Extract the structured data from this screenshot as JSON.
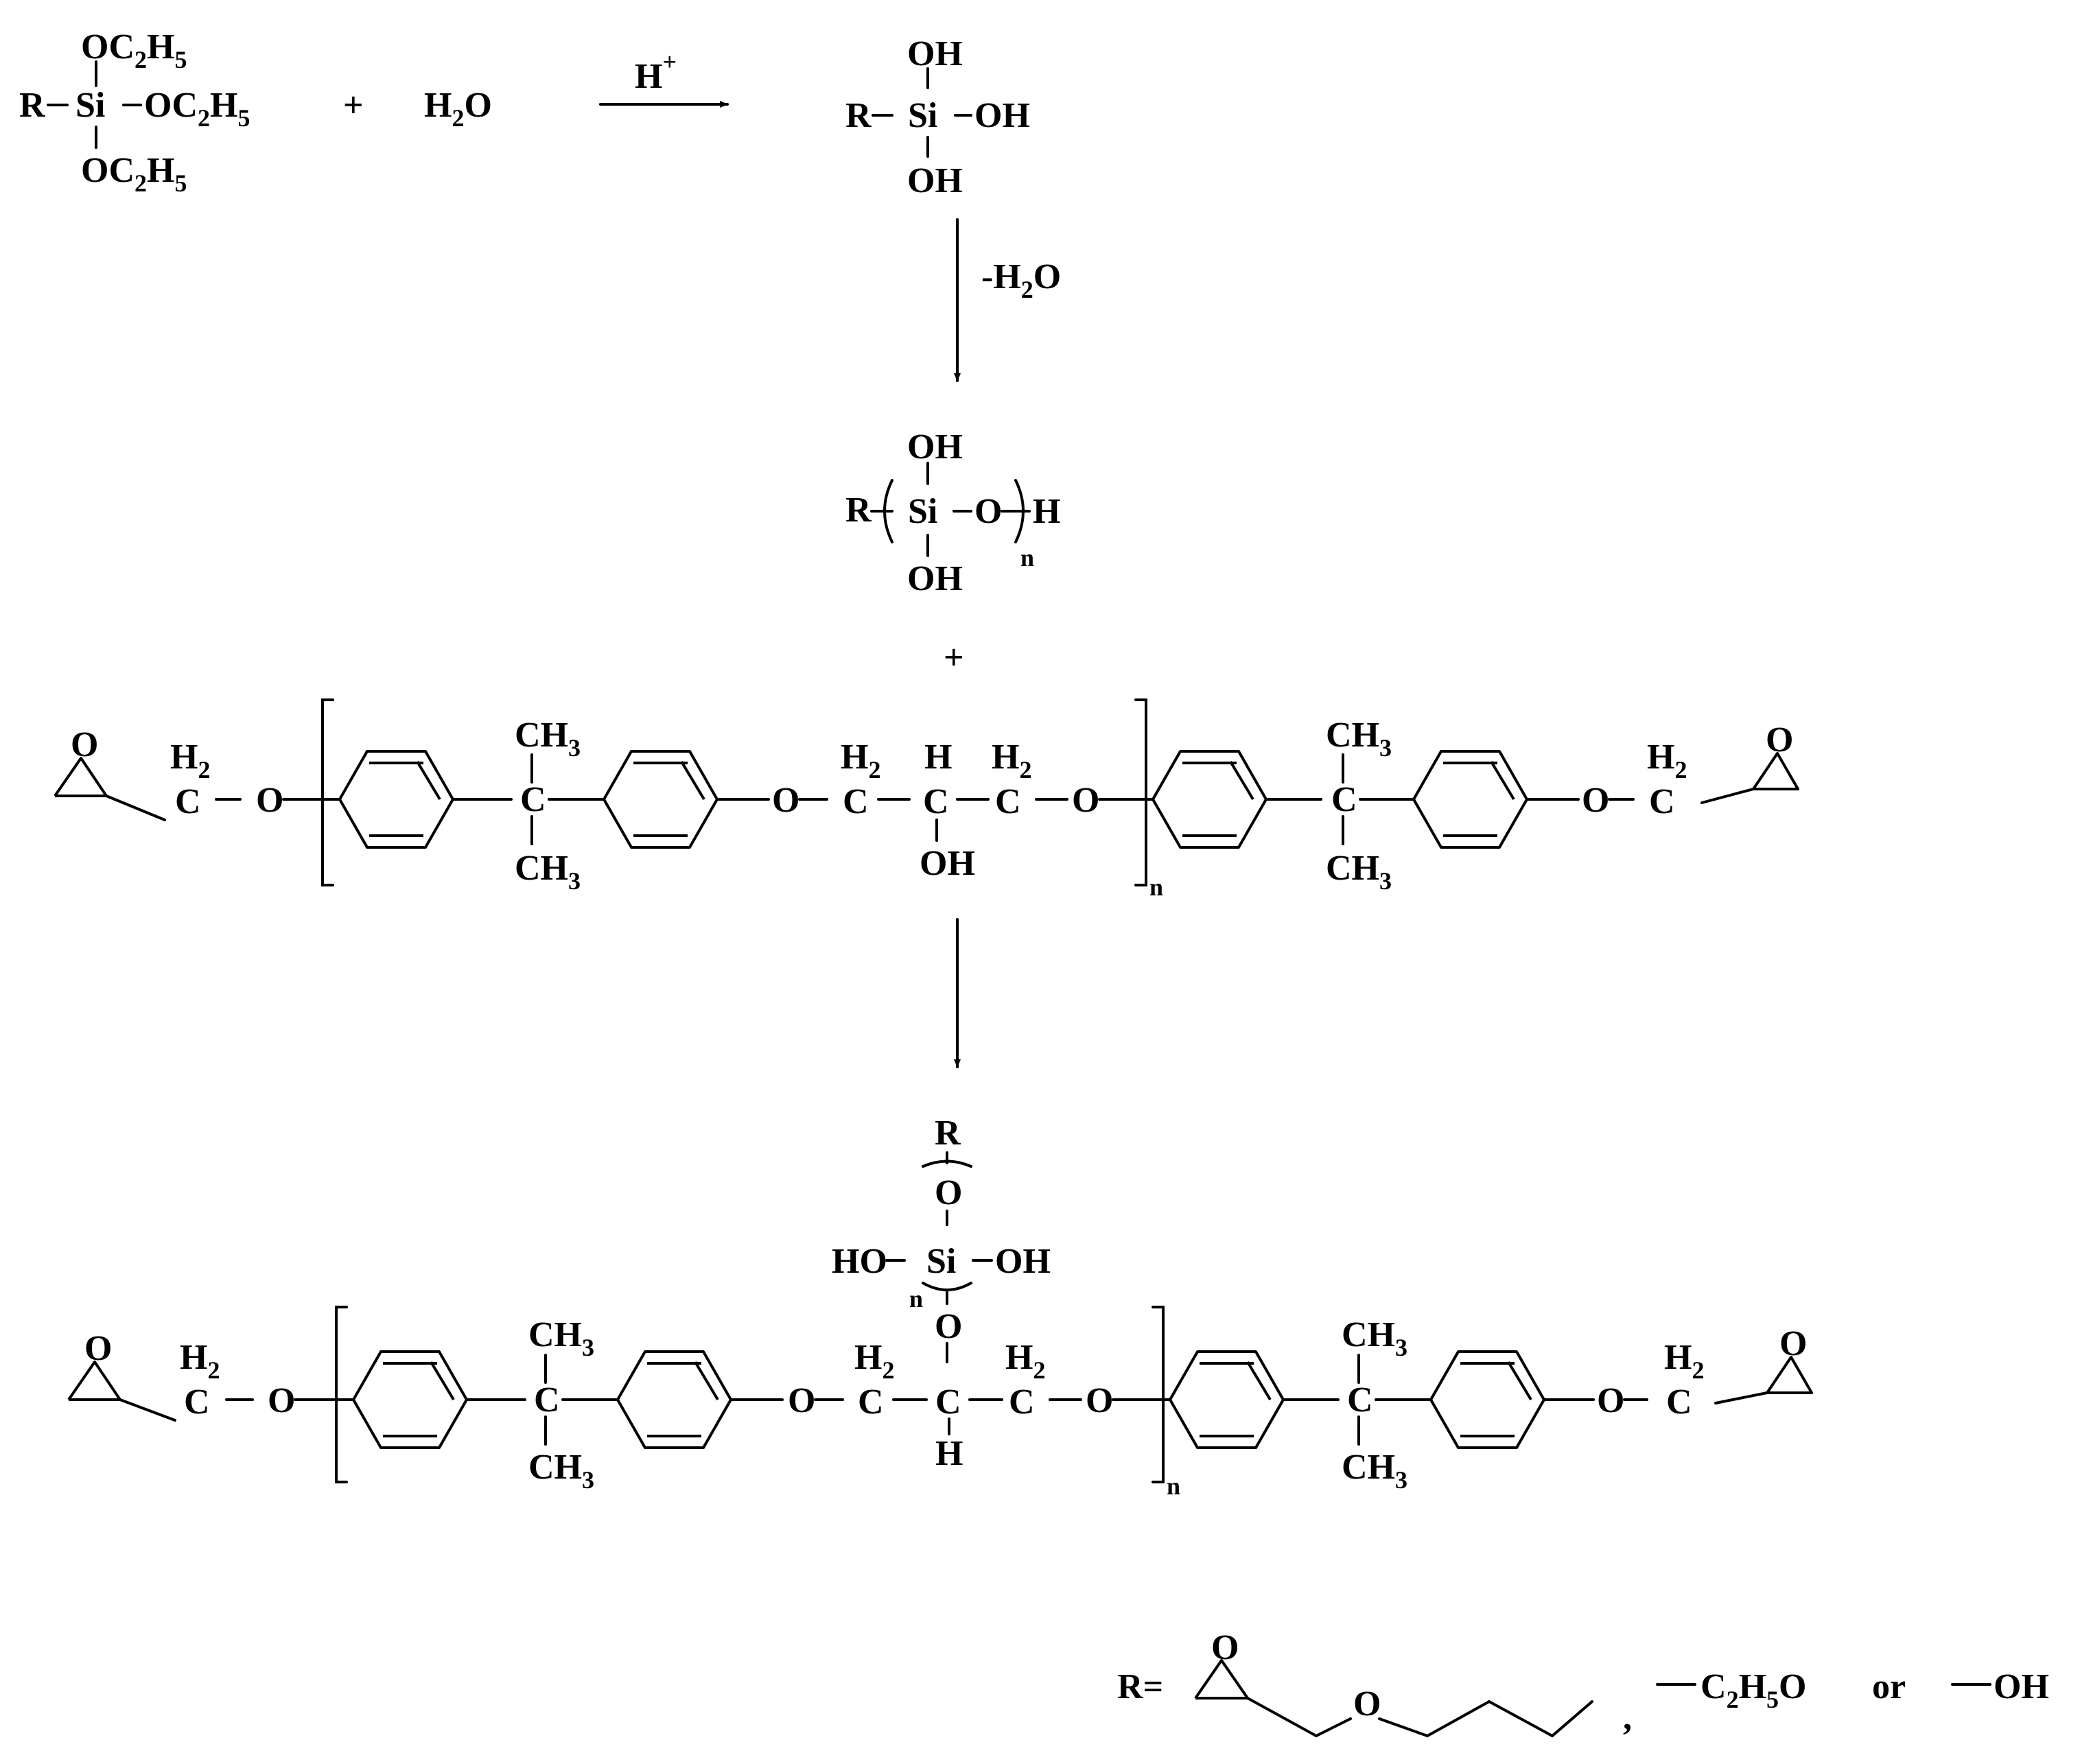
{
  "scheme": {
    "title": "",
    "step1": {
      "silane": {
        "r": "R",
        "si": "Si",
        "ethoxy": "OC",
        "c_sub": "2",
        "h": "H",
        "h_sub": "5"
      },
      "plus": "+",
      "water": {
        "h": "H",
        "h_sub": "2",
        "o": "O"
      },
      "catalyst": {
        "h": "H",
        "charge": "+"
      },
      "silanetriol": {
        "r": "R",
        "si": "Si",
        "oh": "OH"
      }
    },
    "step2": {
      "condition": {
        "minus_h": "-H",
        "h_sub": "2",
        "o": "O"
      },
      "polysiloxane": {
        "r": "R",
        "si": "Si",
        "oh": "OH",
        "o": "O",
        "h": "H",
        "n": "n"
      },
      "plus": "+"
    },
    "epoxy_resin": {
      "o": "O",
      "c": "C",
      "h": "H",
      "h_sub": "2",
      "h_sub3": "3",
      "ch": "CH",
      "oh": "OH",
      "n": "n"
    },
    "product": {
      "r": "R",
      "si": "Si",
      "o": "O",
      "ho": "HO",
      "oh": "OH",
      "h": "H",
      "n": "n",
      "c": "C",
      "ch": "CH",
      "h_sub": "2",
      "h_sub3": "3"
    },
    "r_definition": {
      "r_eq": "R=",
      "ether_o": "O",
      "comma": ",",
      "ethoxy_group": {
        "c": "C",
        "c_sub": "2",
        "h": "H",
        "h_sub": "5",
        "o": "O"
      },
      "or_word": "or",
      "hydroxyl": "OH"
    },
    "colors": {
      "ink": "#000000",
      "background": "#ffffff"
    }
  }
}
